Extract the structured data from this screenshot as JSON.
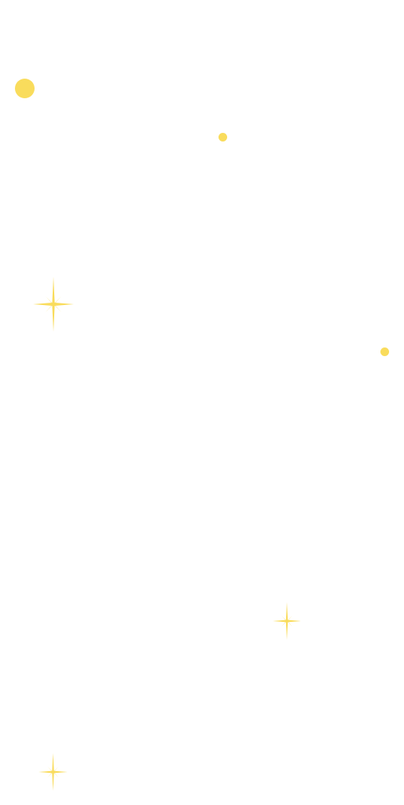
{
  "colors": {
    "background": "#ffffff",
    "accent": "#f9dc5c"
  },
  "decorations": {
    "dots": [
      {
        "name": "dot-large"
      },
      {
        "name": "dot-small"
      },
      {
        "name": "dot-small"
      }
    ],
    "sparkles": [
      {
        "name": "sparkle-star-icon"
      },
      {
        "name": "sparkle-star-icon"
      },
      {
        "name": "sparkle-star-icon"
      }
    ]
  }
}
